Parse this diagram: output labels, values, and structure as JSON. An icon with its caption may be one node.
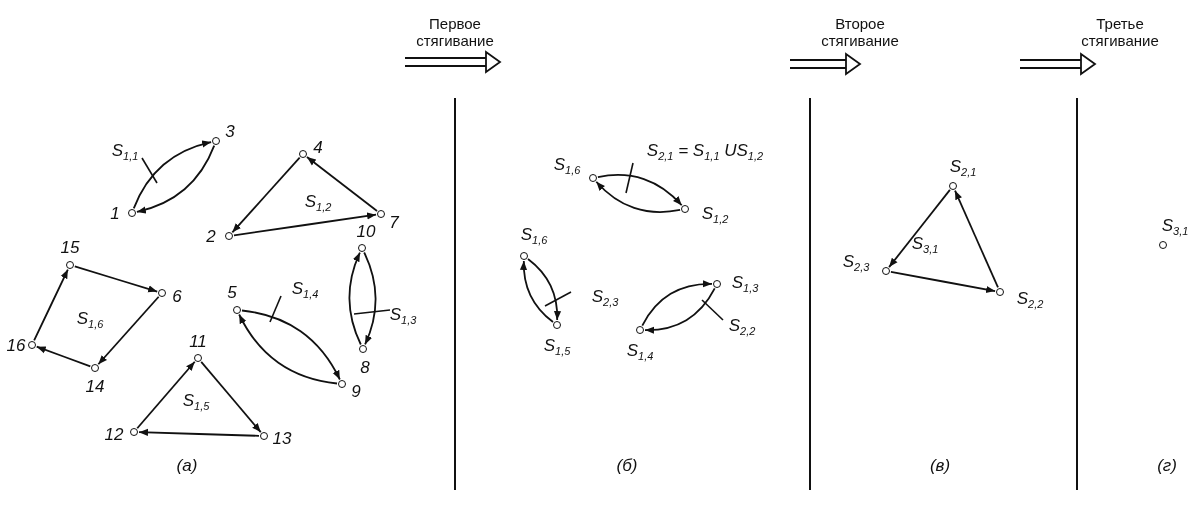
{
  "diagram": {
    "nodes": [
      {
        "text": [],
        "shape": "circle",
        "beside": [
          "3"
        ]
      },
      {
        "text": [],
        "shape": "circle",
        "beside": [
          "1"
        ]
      },
      {
        "text": [],
        "shape": "circle",
        "beside": [
          "4"
        ]
      },
      {
        "text": [],
        "shape": "circle",
        "beside": [
          "7"
        ]
      },
      {
        "text": [],
        "shape": "circle",
        "beside": [
          "2"
        ]
      },
      {
        "text": [],
        "shape": "circle",
        "beside": [
          "10"
        ]
      },
      {
        "text": [],
        "shape": "circle",
        "beside": [
          "15"
        ]
      },
      {
        "text": [],
        "shape": "circle",
        "beside": [
          "6"
        ]
      },
      {
        "text": [],
        "shape": "circle",
        "beside": [
          "5"
        ]
      },
      {
        "text": [],
        "shape": "circle",
        "beside": [
          "16"
        ]
      },
      {
        "text": [],
        "shape": "circle",
        "beside": [
          "8"
        ]
      },
      {
        "text": [],
        "shape": "circle",
        "beside": [
          "11"
        ]
      },
      {
        "text": [],
        "shape": "circle",
        "beside": [
          "14"
        ]
      },
      {
        "text": [],
        "shape": "circle",
        "beside": [
          "9"
        ]
      },
      {
        "text": [],
        "shape": "circle",
        "beside": [
          "12"
        ]
      },
      {
        "text": [],
        "shape": "circle",
        "beside": [
          "13"
        ]
      },
      {
        "text": [],
        "shape": "circle",
        "beside": [
          "S$_{1,6}$"
        ]
      },
      {
        "text": [],
        "shape": "circle",
        "beside": [
          "S$_{1,2}$"
        ]
      },
      {
        "text": [],
        "shape": "circle",
        "beside": [
          "S$_{1,6}$"
        ]
      },
      {
        "text": [],
        "shape": "circle",
        "beside": [
          "S$_{1,3}$"
        ]
      },
      {
        "text": [],
        "shape": "circle",
        "beside": [
          "S$_{1,5}$"
        ]
      },
      {
        "text": [],
        "shape": "circle",
        "beside": [
          "S$_{1,4}$"
        ]
      },
      {
        "text": [],
        "shape": "circle",
        "beside": [
          "S$_{2,1}$"
        ]
      },
      {
        "text": [],
        "shape": "circle",
        "beside": [
          "S$_{2,3}$"
        ]
      },
      {
        "text": [],
        "shape": "circle",
        "beside": [
          "S$_{2,2}$"
        ]
      },
      {
        "text": [],
        "shape": "circle",
        "beside": [
          "S$_{3,1}$"
        ]
      }
    ],
    "edges": [
      {
        "from": 1,
        "to": 0,
        "arrow": "to"
      },
      {
        "from": 0,
        "to": 1,
        "arrow": "to"
      },
      {
        "from": 2,
        "to": 4,
        "arrow": "to"
      },
      {
        "from": 4,
        "to": 3,
        "arrow": "to"
      },
      {
        "from": 3,
        "to": 2,
        "arrow": "to"
      },
      {
        "from": 5,
        "to": 10,
        "arrow": "to"
      },
      {
        "from": 10,
        "to": 5,
        "arrow": "to"
      },
      {
        "from": 6,
        "to": 7,
        "arrow": "to"
      },
      {
        "from": 7,
        "to": 12,
        "arrow": "to"
      },
      {
        "from": 12,
        "to": 9,
        "arrow": "to"
      },
      {
        "from": 9,
        "to": 6,
        "arrow": "to"
      },
      {
        "from": 8,
        "to": 13,
        "arrow": "to"
      },
      {
        "from": 13,
        "to": 8,
        "arrow": "to"
      },
      {
        "from": 14,
        "to": 11,
        "arrow": "to"
      },
      {
        "from": 11,
        "to": 15,
        "arrow": "to"
      },
      {
        "from": 15,
        "to": 14,
        "arrow": "to"
      },
      {
        "from": 16,
        "to": 17,
        "arrow": "to"
      },
      {
        "from": 17,
        "to": 16,
        "arrow": "to"
      },
      {
        "from": 18,
        "to": 20,
        "arrow": "to"
      },
      {
        "from": 20,
        "to": 18,
        "arrow": "to"
      },
      {
        "from": 21,
        "to": 19,
        "arrow": "to"
      },
      {
        "from": 19,
        "to": 21,
        "arrow": "to"
      },
      {
        "from": 22,
        "to": 23,
        "arrow": "to"
      },
      {
        "from": 23,
        "to": 24,
        "arrow": "to"
      },
      {
        "from": 24,
        "to": 22,
        "arrow": "to"
      }
    ],
    "labels": [
      "Первое стягивание",
      "Второе стягивание",
      "Третье стягивание",
      "S$_{1,1}$",
      "S$_{1,2}$",
      "S$_{1,3}$",
      "S$_{1,4}$",
      "S$_{1,6}$",
      "S$_{1,5}$",
      "S$_{2,1}$ = S$_{1,1}$ US$_{1,2}$",
      "S$_{2,3}$",
      "S$_{2,2}$",
      "S$_{3,1}$",
      "(а)",
      "(б)",
      "(в)",
      "(г)"
    ]
  }
}
